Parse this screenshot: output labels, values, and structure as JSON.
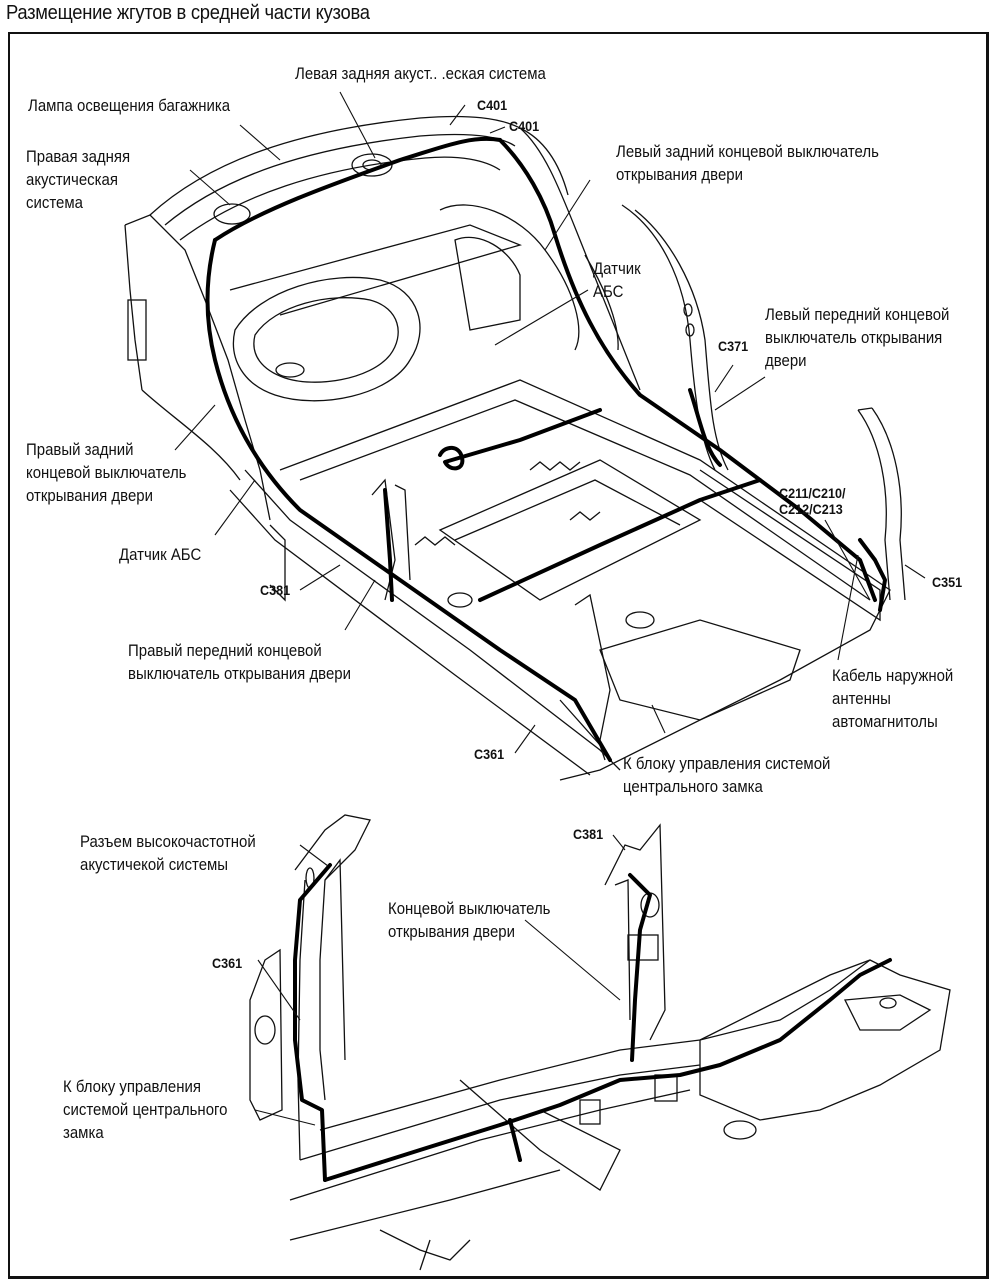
{
  "page": {
    "title": "Размещение жгутов в средней части кузова"
  },
  "upper_diagram": {
    "labels": {
      "left_rear_speaker": "Левая задняя акуст.. .еская система",
      "trunk_lamp": "Лампа освещения багажника",
      "right_rear_speaker": [
        "Правая задняя",
        "акустическая",
        "система"
      ],
      "left_rear_door_switch": [
        "Левый задний концевой выключатель",
        "открывания двери"
      ],
      "abs_sensor_left": [
        "Датчик",
        "АБС"
      ],
      "left_front_door_switch": [
        "Левый передний концевой",
        "выключатель открывания",
        "двери"
      ],
      "right_rear_door_switch": [
        "Правый задний",
        "концевой выключатель",
        "открывания двери"
      ],
      "abs_sensor_right": "Датчик АБС",
      "right_front_door_switch": [
        "Правый передний концевой",
        "выключатель открывания двери"
      ],
      "antenna_cable": [
        "Кабель наружной",
        "антенны",
        "автомагнитолы"
      ],
      "central_lock_unit": [
        "К блоку управления системой",
        "центрального замка"
      ]
    },
    "connectors": {
      "c401_a": "C401",
      "c401_b": "C401",
      "c371": "C371",
      "c211_group": [
        "C211/C210/",
        "C212/C213"
      ],
      "c351": "C351",
      "c381": "C381",
      "c361": "C361"
    }
  },
  "lower_diagram": {
    "labels": {
      "tweeter_connector": [
        "Разъем высокочастотной",
        "акустичекой системы"
      ],
      "door_switch": [
        "Концевой выключатель",
        "открывания двери"
      ],
      "central_lock_unit": [
        "К блоку управления",
        "системой центрального",
        "замка"
      ]
    },
    "connectors": {
      "c381": "C381",
      "c361": "C361"
    }
  }
}
